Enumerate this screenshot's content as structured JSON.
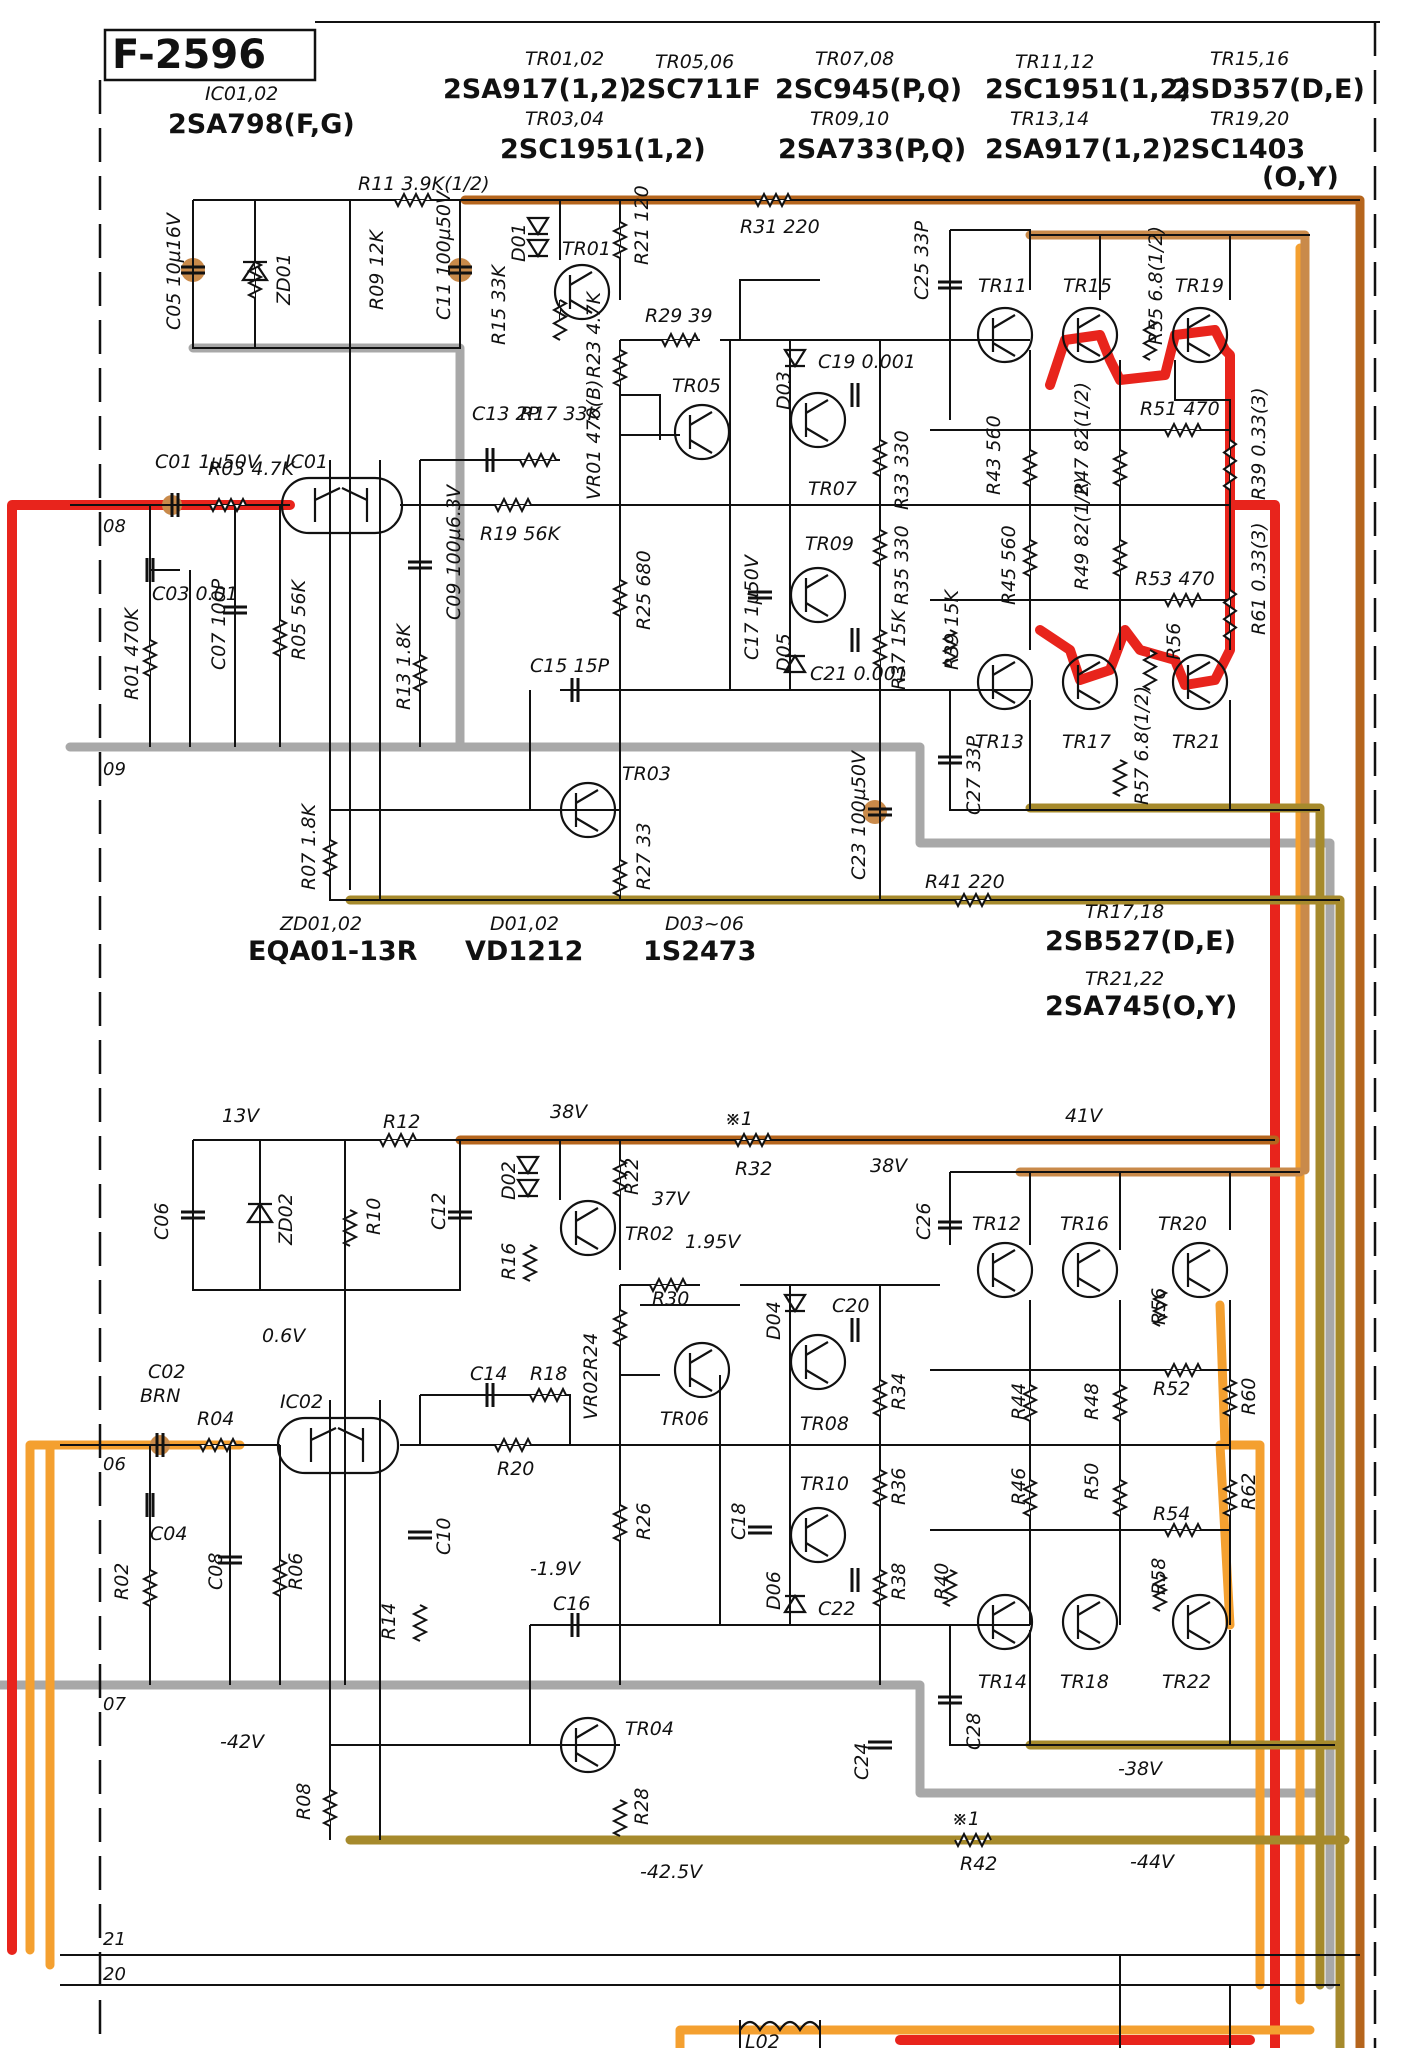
{
  "title": "F-2596",
  "colors": {
    "red": "#e8241c",
    "orange": "#f4a030",
    "brown": "#b5651d",
    "olive": "#a68a2c",
    "gray": "#a8a8a8",
    "ink": "#111111"
  },
  "part_headers": [
    {
      "id": "ic0102",
      "ref": "IC01,02",
      "part": "2SA798(F,G)"
    },
    {
      "id": "tr0102",
      "ref": "TR01,02",
      "part": "2SA917(1,2)"
    },
    {
      "id": "tr0304",
      "ref": "TR03,04",
      "part": "2SC1951(1,2)"
    },
    {
      "id": "tr0506",
      "ref": "TR05,06",
      "part": "2SC711F"
    },
    {
      "id": "tr0708",
      "ref": "TR07,08",
      "part": "2SC945(P,Q)"
    },
    {
      "id": "tr0910",
      "ref": "TR09,10",
      "part": "2SA733(P,Q)"
    },
    {
      "id": "tr1112",
      "ref": "TR11,12",
      "part": "2SC1951(1,2)"
    },
    {
      "id": "tr1314",
      "ref": "TR13,14",
      "part": "2SA917(1,2)"
    },
    {
      "id": "tr1516",
      "ref": "TR15,16",
      "part": "2SD357(D,E)"
    },
    {
      "id": "tr1920",
      "ref": "TR19,20",
      "part": "2SC1403"
    },
    {
      "id": "tr1920b",
      "ref": "",
      "part": "(O,Y)"
    }
  ],
  "mid_headers": [
    {
      "id": "zd",
      "ref": "ZD01,02",
      "part": "EQA01-13R"
    },
    {
      "id": "d0102",
      "ref": "D01,02",
      "part": "VD1212"
    },
    {
      "id": "d0306",
      "ref": "D03~06",
      "part": "1S2473"
    },
    {
      "id": "tr1718",
      "ref": "TR17,18",
      "part": "2SB527(D,E)"
    },
    {
      "id": "tr2122",
      "ref": "TR21,22",
      "part": "2SA745(O,Y)"
    }
  ],
  "labels_upper": {
    "r11": "R11 3.9K(1/2)",
    "c05": "C05 10µ16V",
    "zd01": "ZD01",
    "r09": "R09 12K",
    "c11": "C11 100µ50V",
    "d01": "D01",
    "tr01": "TR01",
    "r21": "R21 120",
    "r15": "R15 33K",
    "r31": "R31 220",
    "c25": "C25 33P",
    "tr11": "TR11",
    "tr15": "TR15",
    "tr19": "TR19",
    "r55": "R55 6.8(1/2)",
    "r23": "R23 4.7K",
    "r29": "R29 39",
    "c19": "C19 0.001",
    "d03": "D03",
    "tr05": "TR05",
    "r51": "R51 470",
    "r39": "R39 0.33(3)",
    "c13": "C13 2P",
    "r17": "R17 33K",
    "vr01": "VR01 470(B)",
    "tr07": "TR07",
    "r33": "R33 330",
    "r43": "R43 560",
    "r47": "R47 82(1/2)",
    "c01": "C01 1µ50V",
    "r03": "R03 4.7K",
    "ic01": "IC01",
    "r19": "R19 56K",
    "c09": "C09 100µ6.3V",
    "tr09": "TR09",
    "r35": "R35 330",
    "r45": "R45 560",
    "r49": "R49 82(1/2)",
    "r53": "R53 470",
    "r61": "R61 0.33(3)",
    "c03": "C03 0.01",
    "c07": "C07 100P",
    "r05": "R05 56K",
    "r25": "R25 680",
    "c17": "C17 1µ50V",
    "d05": "D05",
    "c21": "C21 0.001",
    "r37": "R37 15K",
    "r39b": "R39 15K",
    "r01": "R01 470K",
    "r13": "R13 1.8K",
    "c15": "C15 15P",
    "tr13": "TR13",
    "tr17": "TR17",
    "tr21": "TR21",
    "r56": "R56",
    "r57": "R57 6.8(1/2)",
    "c27": "C27 33P",
    "tr03": "TR03",
    "r07": "R07 1.8K",
    "r27": "R27 33",
    "c23": "C23 100µ50V",
    "r41": "R41 220"
  },
  "labels_lower": {
    "r12": "R12",
    "r22": "R22",
    "r32": "R32",
    "mark1": "※1",
    "c06": "C06",
    "zd02": "ZD02",
    "r10": "R10",
    "c12": "C12",
    "d02": "D02",
    "tr02": "TR02",
    "c26": "C26",
    "tr12": "TR12",
    "tr16": "TR16",
    "tr20": "TR20",
    "r16": "R16",
    "r30": "R30",
    "d04": "D04",
    "c20": "C20",
    "r56b": "R56",
    "r24": "R24",
    "vr02": "VR02",
    "tr06": "TR06",
    "tr08": "TR08",
    "r34": "R34",
    "r44": "R44",
    "r48": "R48",
    "r52": "R52",
    "r60": "R60",
    "c02": "C02",
    "brn": "BRN",
    "r04": "R04",
    "ic02": "IC02",
    "c14": "C14",
    "r18": "R18",
    "r20": "R20",
    "c04": "C04",
    "c10": "C10",
    "tr10": "TR10",
    "r36": "R36",
    "r46": "R46",
    "r50": "R50",
    "r54": "R54",
    "r62": "R62",
    "r02": "R02",
    "c08": "C08",
    "r06": "R06",
    "r26": "R26",
    "c18": "C18",
    "d06": "D06",
    "c22": "C22",
    "r38": "R38",
    "r40": "R40",
    "tr14": "TR14",
    "tr18": "TR18",
    "tr22": "TR22",
    "r58": "R58",
    "r14": "R14",
    "c16": "C16",
    "c28": "C28",
    "tr04": "TR04",
    "c24": "C24",
    "r08": "R08",
    "r28": "R28",
    "r42": "R42",
    "mark2": "※1",
    "l02": "L02"
  },
  "voltages": {
    "v13": "13V",
    "v38": "38V",
    "v41": "41V",
    "v38b": "38V",
    "v37": "37V",
    "v195": "1.95V",
    "v06": "0.6V",
    "vm19": "-1.9V",
    "vm42": "-42V",
    "vm38": "-38V",
    "vm425": "-42.5V",
    "vm44": "-44V"
  },
  "terminals": {
    "t08": "08",
    "t09": "09",
    "t06": "06",
    "t07": "07",
    "t21": "21",
    "t20": "20"
  }
}
